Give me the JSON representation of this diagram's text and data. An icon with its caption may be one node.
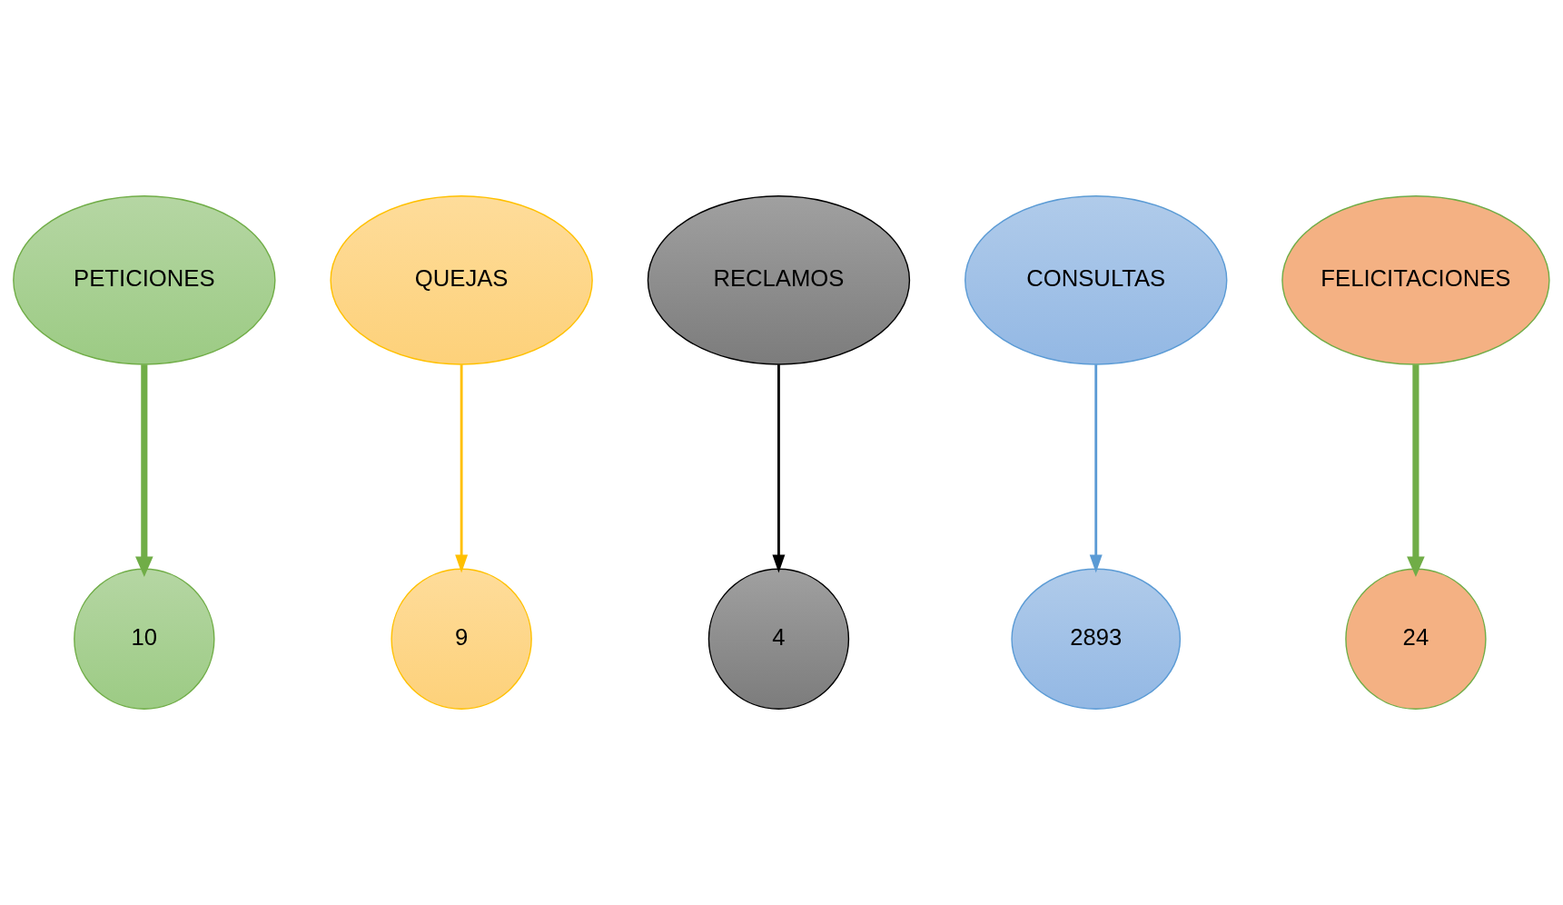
{
  "diagram": {
    "nodes": [
      {
        "text": [
          "PETICIONES"
        ]
      },
      {
        "text": [
          "QUEJAS"
        ]
      },
      {
        "text": [
          "RECLAMOS"
        ]
      },
      {
        "text": [
          "CONSULTAS"
        ]
      },
      {
        "text": [
          "FELICITACIONES"
        ]
      },
      {
        "text": [
          "10"
        ]
      },
      {
        "text": [
          "9"
        ]
      },
      {
        "text": [
          "4"
        ]
      },
      {
        "text": [
          "2893"
        ]
      },
      {
        "text": [
          "24"
        ]
      }
    ],
    "edges": [
      {
        "from": 0,
        "to": 5,
        "arrow": "to",
        "style": "thick",
        "color": "#70ad47"
      },
      {
        "from": 1,
        "to": 6,
        "arrow": "to",
        "color": "#ffc000"
      },
      {
        "from": 2,
        "to": 7,
        "arrow": "to",
        "color": "#000000"
      },
      {
        "from": 3,
        "to": 8,
        "arrow": "to",
        "color": "#5b9bd5"
      },
      {
        "from": 4,
        "to": 9,
        "arrow": "to",
        "style": "thick",
        "color": "#70ad47"
      }
    ]
  }
}
